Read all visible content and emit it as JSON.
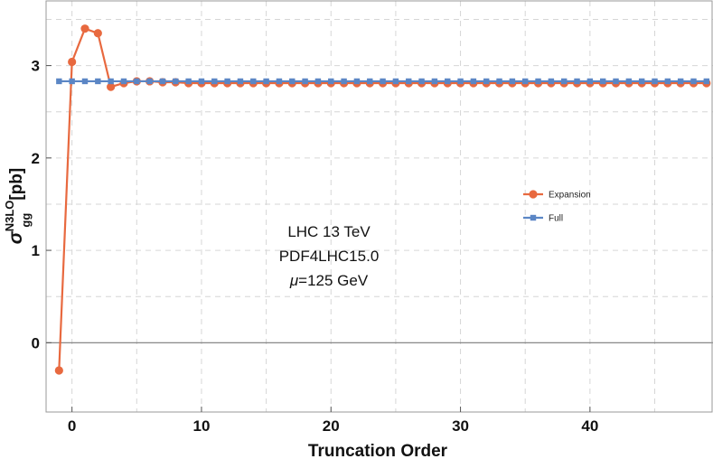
{
  "chart_data": {
    "type": "line",
    "title": "",
    "xlabel": "Truncation Order",
    "ylabel": {
      "base": "σ",
      "sub": "gg",
      "sup": "N3LO",
      "unit": "[pb]"
    },
    "xlim": [
      -2,
      49.5
    ],
    "ylim": [
      -0.75,
      3.7
    ],
    "xticks": [
      0,
      10,
      20,
      30,
      40
    ],
    "yticks": [
      0,
      1,
      2,
      3
    ],
    "grid": true,
    "legend_position": "right-center",
    "annotation": [
      "LHC 13 TeV",
      "PDF4LHC15.0",
      "μ=125 GeV"
    ],
    "series": [
      {
        "name": "Expansion",
        "color": "#e8693f",
        "marker": "circle",
        "x": [
          -1,
          0,
          1,
          2,
          3,
          4,
          5,
          6,
          7,
          8,
          9,
          10,
          11,
          12,
          13,
          14,
          15,
          16,
          17,
          18,
          19,
          20,
          21,
          22,
          23,
          24,
          25,
          26,
          27,
          28,
          29,
          30,
          31,
          32,
          33,
          34,
          35,
          36,
          37,
          38,
          39,
          40,
          41,
          42,
          43,
          44,
          45,
          46,
          47,
          48,
          49
        ],
        "y": [
          -0.3,
          3.04,
          3.4,
          3.35,
          2.77,
          2.81,
          2.83,
          2.83,
          2.82,
          2.82,
          2.81,
          2.81,
          2.81,
          2.81,
          2.81,
          2.81,
          2.81,
          2.81,
          2.81,
          2.81,
          2.81,
          2.81,
          2.81,
          2.81,
          2.81,
          2.81,
          2.81,
          2.81,
          2.81,
          2.81,
          2.81,
          2.81,
          2.81,
          2.81,
          2.81,
          2.81,
          2.81,
          2.81,
          2.81,
          2.81,
          2.81,
          2.81,
          2.81,
          2.81,
          2.81,
          2.81,
          2.81,
          2.81,
          2.81,
          2.81,
          2.81
        ]
      },
      {
        "name": "Full",
        "color": "#5b86c5",
        "marker": "square",
        "x": [
          -1,
          0,
          1,
          2,
          3,
          4,
          5,
          6,
          7,
          8,
          9,
          10,
          11,
          12,
          13,
          14,
          15,
          16,
          17,
          18,
          19,
          20,
          21,
          22,
          23,
          24,
          25,
          26,
          27,
          28,
          29,
          30,
          31,
          32,
          33,
          34,
          35,
          36,
          37,
          38,
          39,
          40,
          41,
          42,
          43,
          44,
          45,
          46,
          47,
          48,
          49
        ],
        "y": [
          2.83,
          2.83,
          2.83,
          2.83,
          2.83,
          2.83,
          2.83,
          2.83,
          2.83,
          2.83,
          2.83,
          2.83,
          2.83,
          2.83,
          2.83,
          2.83,
          2.83,
          2.83,
          2.83,
          2.83,
          2.83,
          2.83,
          2.83,
          2.83,
          2.83,
          2.83,
          2.83,
          2.83,
          2.83,
          2.83,
          2.83,
          2.83,
          2.83,
          2.83,
          2.83,
          2.83,
          2.83,
          2.83,
          2.83,
          2.83,
          2.83,
          2.83,
          2.83,
          2.83,
          2.83,
          2.83,
          2.83,
          2.83,
          2.83,
          2.83,
          2.83
        ]
      }
    ]
  }
}
